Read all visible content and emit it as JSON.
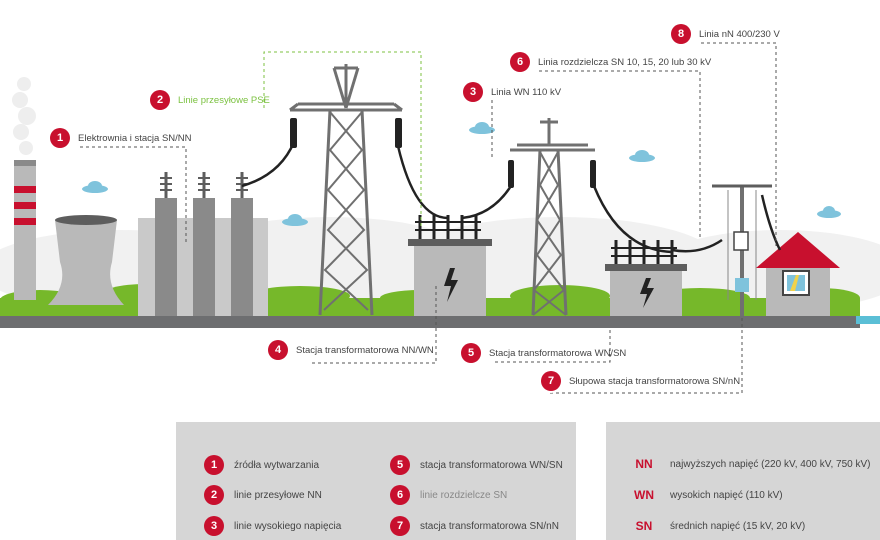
{
  "callouts": [
    {
      "num": "1",
      "text": "Elektrownia i stacja SN/NN"
    },
    {
      "num": "2",
      "text": "Linie przesyłowe PSE"
    },
    {
      "num": "3",
      "text": "Linia WN 110 kV"
    },
    {
      "num": "4",
      "text": "Stacja transformatorowa NN/WN"
    },
    {
      "num": "5",
      "text": "Stacja transformatorowa WN/SN"
    },
    {
      "num": "6",
      "text": "Linia rozdzielcza SN 10, 15, 20 lub 30 kV"
    },
    {
      "num": "7",
      "text": "Słupowa stacja transformatorowa SN/nN"
    },
    {
      "num": "8",
      "text": "Linia nN 400/230 V"
    }
  ],
  "legend": {
    "items": [
      {
        "num": "1",
        "text": "źródła wytwarzania"
      },
      {
        "num": "2",
        "text": "linie przesyłowe NN"
      },
      {
        "num": "3",
        "text": "linie wysokiego napięcia"
      },
      {
        "num": "5",
        "text": "stacja transformatorowa WN/SN"
      },
      {
        "num": "6",
        "text": "linie rozdzielcze SN"
      },
      {
        "num": "7",
        "text": "stacja transformatorowa SN/nN"
      }
    ],
    "voltages": [
      {
        "abbr": "NN",
        "text": "najwyższych napięć (220 kV, 400 kV, 750 kV)"
      },
      {
        "abbr": "WN",
        "text": "wysokich napięć (110 kV)"
      },
      {
        "abbr": "SN",
        "text": "średnich napięć (15 kV, 20 kV)"
      }
    ]
  },
  "colors": {
    "accent": "#c8102e",
    "green_label": "#7cc242",
    "grass": "#76b82a",
    "ground": "#6d6e70",
    "building": "#b9b9b9",
    "sky_cloud": "#7fc3dc",
    "legend_bg": "#d6d6d6"
  }
}
